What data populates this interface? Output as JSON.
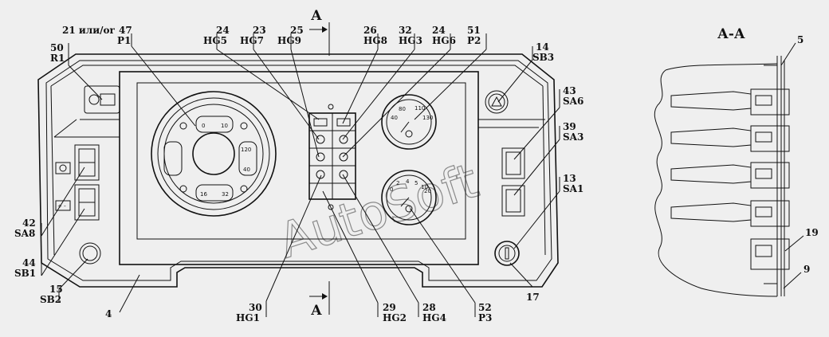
{
  "section_title": "А-А",
  "section_marker": "А",
  "watermark": "AutoSoft",
  "callouts": {
    "c21": "21 или/or",
    "c47": "47",
    "cP1": "P1",
    "c50": "50",
    "cR1": "R1",
    "c24a": "24",
    "cHG5": "HG5",
    "c23": "23",
    "cHG7": "HG7",
    "c25": "25",
    "cHG9": "HG9",
    "c26": "26",
    "cHG8": "HG8",
    "c32": "32",
    "cHG3": "HG3",
    "c24b": "24",
    "cHG6": "HG6",
    "c51": "51",
    "cP2": "P2",
    "c14": "14",
    "cSB3": "SB3",
    "c43": "43",
    "cSA6": "SA6",
    "c39": "39",
    "cSA3": "SA3",
    "c13": "13",
    "cSA1": "SA1",
    "c42": "42",
    "cSA8": "SA8",
    "c44": "44",
    "cSB1": "SB1",
    "c15": "15",
    "cSB2": "SB2",
    "c4": "4",
    "c30": "30",
    "cHG1": "HG1",
    "c29": "29",
    "cHG2": "HG2",
    "c28": "28",
    "cHG4": "HG4",
    "c52": "52",
    "cP3": "P3",
    "c17": "17",
    "c5": "5",
    "c19": "19",
    "c9": "9"
  },
  "gauges": {
    "left_top_a": "0",
    "left_top_b": "10",
    "right_mid_a": "120",
    "right_mid_b": "40",
    "bottom_a": "16",
    "bottom_b": "32",
    "temp_a": "40",
    "temp_b": "80",
    "temp_c": "110",
    "temp_d": "130",
    "press_a": "0",
    "press_b": "2",
    "press_c": "4",
    "press_d": "5",
    "press_e": "10",
    "press_f": "20"
  }
}
